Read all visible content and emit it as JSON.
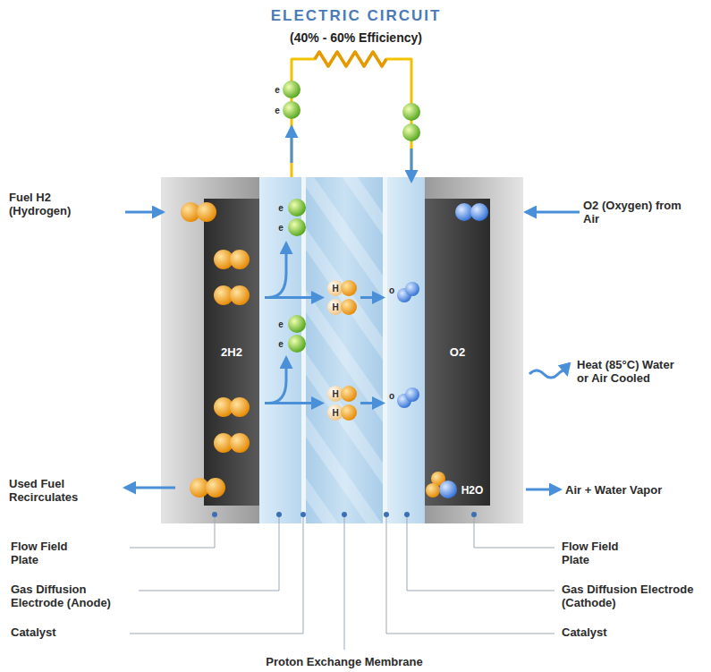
{
  "diagram": {
    "title": "ELECTRIC CIRCUIT",
    "nodes": [
      {
        "text": [
          "2H2"
        ]
      },
      {
        "text": [
          "O2"
        ]
      }
    ],
    "labels": [
      "(40% - 60% Efficiency)",
      "Fuel H2 (Hydrogen)",
      "O2 (Oxygen) from Air",
      "e",
      "e",
      "e",
      "e",
      "e",
      "e",
      "H",
      "H",
      "H",
      "H",
      "o",
      "o",
      "Heat (85°C) Water or Air Cooled",
      "Used Fuel Recirculates",
      "H2O",
      "Air + Water Vapor",
      "Flow Field Plate",
      "Flow Field Plate",
      "Gas Diffusion Electrode (Anode)",
      "Gas Diffusion Electrode (Cathode)",
      "Catalyst",
      "Catalyst",
      "Proton Exchange Membrane"
    ]
  }
}
